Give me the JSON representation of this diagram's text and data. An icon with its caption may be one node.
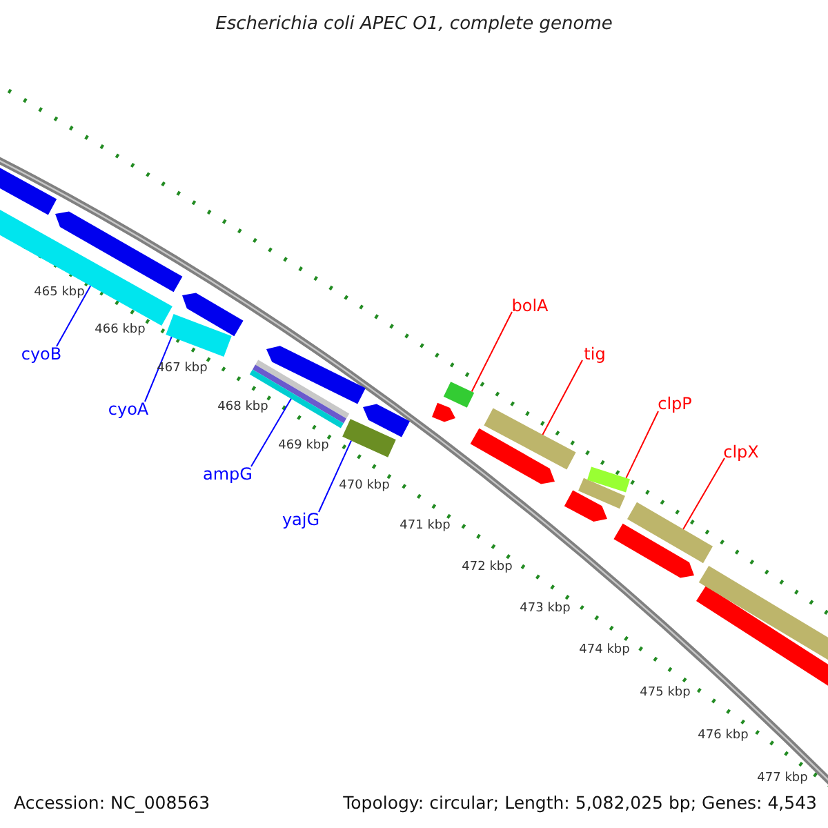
{
  "diagram": {
    "title": "Escherichia coli APEC O1, complete genome",
    "nodes": [
      {
        "text": [
          "cyoB"
        ]
      },
      {
        "text": [
          "cyoA"
        ]
      },
      {
        "text": [
          "ampG"
        ]
      },
      {
        "text": [
          "yajG"
        ]
      },
      {
        "text": [
          "bolA"
        ]
      },
      {
        "text": [
          "tig"
        ]
      },
      {
        "text": [
          "clpP"
        ]
      },
      {
        "text": [
          "clpX"
        ]
      },
      {
        "text": [],
        "shape": "bar"
      },
      {
        "text": [],
        "shape": "bar"
      },
      {
        "text": [],
        "shape": "bar"
      },
      {
        "text": [],
        "shape": "bar"
      },
      {
        "text": [],
        "shape": "bar"
      },
      {
        "text": [],
        "shape": "bar"
      },
      {
        "text": [],
        "shape": "bar"
      },
      {
        "text": [],
        "shape": "bar"
      },
      {
        "text": [],
        "shape": "bar"
      },
      {
        "text": [],
        "shape": "bar"
      },
      {
        "text": [],
        "shape": "bar"
      },
      {
        "text": [],
        "shape": "bar"
      },
      {
        "text": [],
        "shape": "bar"
      },
      {
        "text": [],
        "shape": "bar"
      },
      {
        "text": [],
        "shape": "bar"
      },
      {
        "text": [],
        "shape": "bar"
      },
      {
        "text": [],
        "shape": "bar"
      },
      {
        "text": [],
        "shape": "bar"
      },
      {
        "text": [],
        "shape": "bar"
      },
      {
        "text": [],
        "shape": "bar"
      }
    ],
    "edges": [
      {
        "from": 0,
        "to": 9,
        "arrow": "none",
        "color": "#0000ff"
      },
      {
        "from": 1,
        "to": 11,
        "arrow": "none",
        "color": "#0000ff"
      },
      {
        "from": 2,
        "to": 13,
        "arrow": "none",
        "color": "#0000ff"
      },
      {
        "from": 3,
        "to": 15,
        "arrow": "none",
        "color": "#0000ff"
      },
      {
        "from": 4,
        "to": 18,
        "arrow": "none",
        "color": "#ff0000"
      },
      {
        "from": 5,
        "to": 20,
        "arrow": "none",
        "color": "#ff0000"
      },
      {
        "from": 6,
        "to": 23,
        "arrow": "none",
        "color": "#ff0000"
      },
      {
        "from": 7,
        "to": 25,
        "arrow": "none",
        "color": "#ff0000"
      }
    ],
    "labels": [
      "465 kbp",
      "466 kbp",
      "467 kbp",
      "468 kbp",
      "469 kbp",
      "470 kbp",
      "471 kbp",
      "472 kbp",
      "473 kbp",
      "474 kbp",
      "475 kbp",
      "476 kbp",
      "477 kbp",
      "Accession: NC_008563",
      "Topology: circular; Length: 5,082,025 bp; Genes: 4,543"
    ]
  }
}
